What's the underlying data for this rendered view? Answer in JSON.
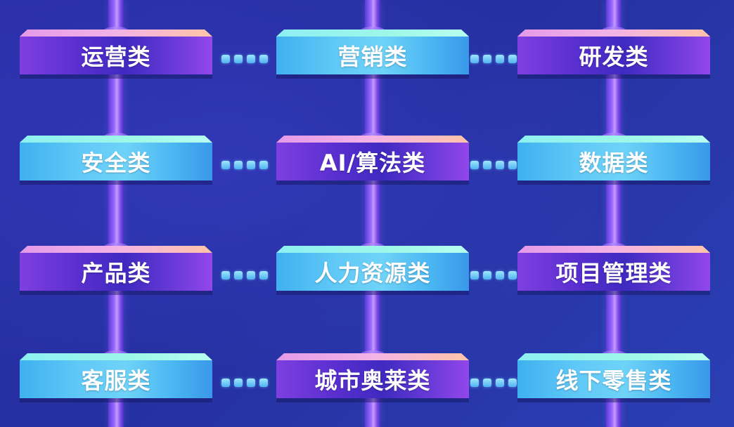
{
  "grid": {
    "rows": [
      [
        {
          "label": "运营类",
          "style": "purple"
        },
        {
          "label": "营销类",
          "style": "cyan"
        },
        {
          "label": "研发类",
          "style": "purple"
        }
      ],
      [
        {
          "label": "安全类",
          "style": "cyan"
        },
        {
          "label": "AI/算法类",
          "style": "purple"
        },
        {
          "label": "数据类",
          "style": "cyan"
        }
      ],
      [
        {
          "label": "产品类",
          "style": "purple"
        },
        {
          "label": "人力资源类",
          "style": "cyan"
        },
        {
          "label": "项目管理类",
          "style": "purple"
        }
      ],
      [
        {
          "label": "客服类",
          "style": "cyan"
        },
        {
          "label": "城市奥莱类",
          "style": "purple"
        },
        {
          "label": "线下零售类",
          "style": "cyan"
        }
      ]
    ]
  },
  "colors": {
    "background": "#2a30a8",
    "pole": "#9a6cff",
    "dots": "#6fd0f6",
    "purple_block": "#5a2fd0",
    "cyan_block": "#5fc8f6"
  }
}
